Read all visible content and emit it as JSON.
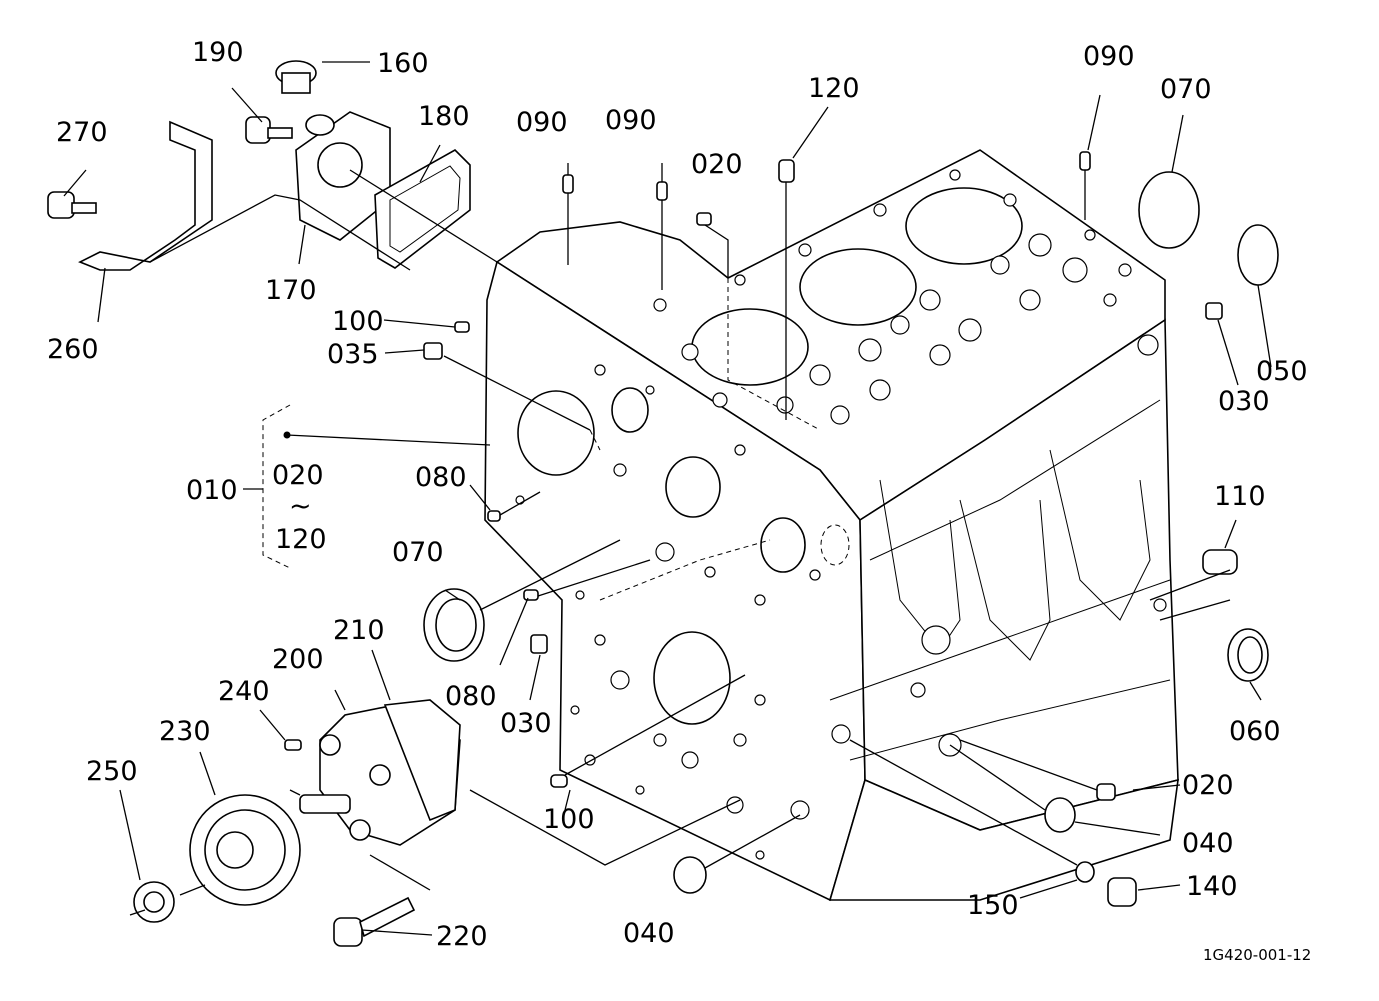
{
  "diagram": {
    "reference_code": "1G420-001-12",
    "assembly_group": {
      "number": "010",
      "range_start": "020",
      "range_symbol": "~",
      "range_end": "120"
    },
    "callouts": [
      {
        "id": "c270",
        "text": "270"
      },
      {
        "id": "c190",
        "text": "190"
      },
      {
        "id": "c160",
        "text": "160"
      },
      {
        "id": "c180",
        "text": "180"
      },
      {
        "id": "c170",
        "text": "170"
      },
      {
        "id": "c260",
        "text": "260"
      },
      {
        "id": "c090a",
        "text": "090"
      },
      {
        "id": "c090b",
        "text": "090"
      },
      {
        "id": "c020a",
        "text": "020"
      },
      {
        "id": "c120",
        "text": "120"
      },
      {
        "id": "c090c",
        "text": "090"
      },
      {
        "id": "c070a",
        "text": "070"
      },
      {
        "id": "c100a",
        "text": "100"
      },
      {
        "id": "c035",
        "text": "035"
      },
      {
        "id": "c050",
        "text": "050"
      },
      {
        "id": "c030a",
        "text": "030"
      },
      {
        "id": "c080a",
        "text": "080"
      },
      {
        "id": "c110",
        "text": "110"
      },
      {
        "id": "c070b",
        "text": "070"
      },
      {
        "id": "c210",
        "text": "210"
      },
      {
        "id": "c200",
        "text": "200"
      },
      {
        "id": "c240",
        "text": "240"
      },
      {
        "id": "c080b",
        "text": "080"
      },
      {
        "id": "c030b",
        "text": "030"
      },
      {
        "id": "c060",
        "text": "060"
      },
      {
        "id": "c230",
        "text": "230"
      },
      {
        "id": "c250",
        "text": "250"
      },
      {
        "id": "c100b",
        "text": "100"
      },
      {
        "id": "c020b",
        "text": "020"
      },
      {
        "id": "c040a",
        "text": "040"
      },
      {
        "id": "c150",
        "text": "150"
      },
      {
        "id": "c140",
        "text": "140"
      },
      {
        "id": "c040b",
        "text": "040"
      },
      {
        "id": "c220",
        "text": "220"
      }
    ]
  }
}
